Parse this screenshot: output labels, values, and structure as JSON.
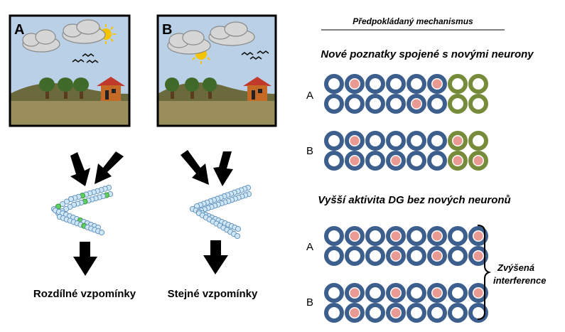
{
  "scenes": {
    "a": {
      "label": "A"
    },
    "b": {
      "label": "B"
    }
  },
  "outcomes": {
    "different": "Rozdílné vzpomínky",
    "same": "Stejné vzpomínky"
  },
  "mechanism": {
    "header": "Předpokládaný mechanismus",
    "new_neurons": {
      "title": "Nové poznatky spojené s novými neurony",
      "row_labels": [
        "A",
        "B"
      ],
      "grid_a": [
        [
          0,
          1,
          0,
          0,
          0,
          1,
          0,
          0
        ],
        [
          0,
          0,
          0,
          0,
          1,
          0,
          0,
          0
        ]
      ],
      "green_a": [
        [
          0,
          0,
          0,
          0,
          0,
          0,
          1,
          1
        ],
        [
          0,
          0,
          0,
          0,
          0,
          0,
          1,
          1
        ]
      ],
      "grid_b": [
        [
          0,
          1,
          0,
          0,
          0,
          0,
          1,
          0
        ],
        [
          0,
          1,
          0,
          1,
          0,
          0,
          1,
          1
        ]
      ],
      "green_b": [
        [
          0,
          0,
          0,
          0,
          0,
          0,
          1,
          1
        ],
        [
          0,
          0,
          0,
          0,
          0,
          0,
          1,
          1
        ]
      ]
    },
    "no_new_neurons": {
      "title": "Vyšší aktivita DG bez nových neuronů",
      "row_labels": [
        "A",
        "B"
      ],
      "grid_a": [
        [
          0,
          1,
          0,
          1,
          0,
          1,
          0,
          1
        ],
        [
          0,
          0,
          0,
          1,
          0,
          1,
          0,
          1
        ]
      ],
      "grid_b": [
        [
          0,
          1,
          0,
          1,
          0,
          1,
          0,
          1
        ],
        [
          0,
          1,
          0,
          1,
          0,
          0,
          0,
          0
        ]
      ],
      "bracket_label_1": "Zvýšená",
      "bracket_label_2": "interference"
    }
  },
  "colors": {
    "blue_ring": "#3d5f8e",
    "green_ring": "#778c3a",
    "pink_fill": "#e89a93",
    "sky": "#b9d0e6",
    "ground": "#9a8f5c"
  }
}
